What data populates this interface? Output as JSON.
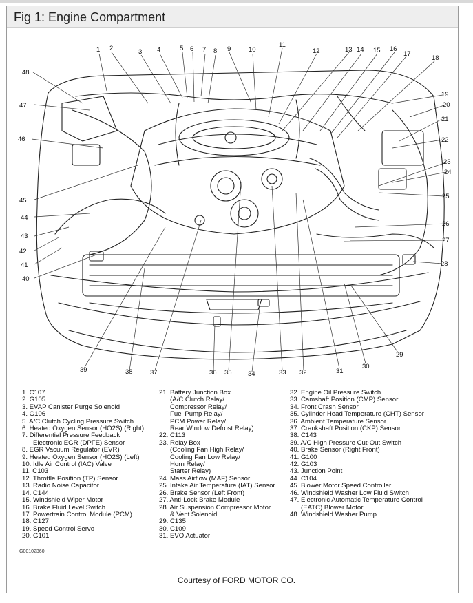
{
  "title": "Fig 1: Engine Compartment",
  "courtesy": "Courtesy of FORD MOTOR CO.",
  "figure_code": "G00102360",
  "callouts": [
    "1",
    "2",
    "3",
    "4",
    "5",
    "6",
    "7",
    "8",
    "9",
    "10",
    "11",
    "12",
    "13",
    "14",
    "15",
    "16",
    "17",
    "18",
    "19",
    "20",
    "21",
    "22",
    "23",
    "24",
    "25",
    "26",
    "27",
    "28",
    "29",
    "30",
    "31",
    "32",
    "33",
    "34",
    "35",
    "36",
    "37",
    "38",
    "39",
    "40",
    "41",
    "42",
    "43",
    "44",
    "45",
    "46",
    "47",
    "48"
  ],
  "legend": {
    "col1": [
      "1. C107",
      "2. G105",
      "3. EVAP Canister Purge Solenoid",
      "4. G106",
      "5. A/C Clutch Cycling Pressure Switch",
      "6. Heated Oxygen Sensor (HO2S) (Right)",
      "7. Differential Pressure Feedback",
      "Electronic EGR (DPFE) Sensor",
      "8. EGR Vacuum Regulator (EVR)",
      "9. Heated Oxygen Sensor (HO2S) (Left)",
      "10. Idle Air Control (IAC) Valve",
      "11. C103",
      "12. Throttle Position (TP) Sensor",
      "13. Radio Noise Capacitor",
      "14. C144",
      "15. Windshield Wiper Motor",
      "16. Brake Fluid Level Switch",
      "17. Powertrain Control Module (PCM)",
      "18. C127",
      "19. Speed Control Servo",
      "20. G101"
    ],
    "col2": [
      "21. Battery Junction Box",
      "(A/C Clutch Relay/",
      "Compressor Relay/",
      "Fuel Pump Relay/",
      "PCM Power Relay/",
      "Rear Window Defrost Relay)",
      "22. C113",
      "23. Relay Box",
      "(Cooling Fan High Relay/",
      "Cooling Fan Low Relay/",
      "Horn Relay/",
      "Starter Relay)",
      "24. Mass Airflow (MAF) Sensor",
      "25. Intake Air Temperature (IAT) Sensor",
      "26. Brake Sensor (Left Front)",
      "27. Anti-Lock Brake Module",
      "28. Air Suspension Compressor Motor",
      "& Vent Solenoid",
      "29. C135",
      "30. C109",
      "31. EVO Actuator"
    ],
    "col3": [
      "32. Engine Oil Pressure Switch",
      "33. Camshaft Position (CMP) Sensor",
      "34. Front Crash Sensor",
      "35. Cylinder Head Temperature (CHT) Sensor",
      "36. Ambient Temperature Sensor",
      "37. Crankshaft Position (CKP) Sensor",
      "38. C143",
      "39. A/C High Pressure Cut-Out Switch",
      "40. Brake Sensor (Right Front)",
      "41. G100",
      "42. G103",
      "43. Junction Point",
      "44. C104",
      "45. Blower Motor Speed Controller",
      "46. Windshield Washer Low Fluid Switch",
      "47. Electronic Automatic Temperature Control",
      "(EATC) Blower Motor",
      "48. Windshield Washer Pump"
    ]
  }
}
